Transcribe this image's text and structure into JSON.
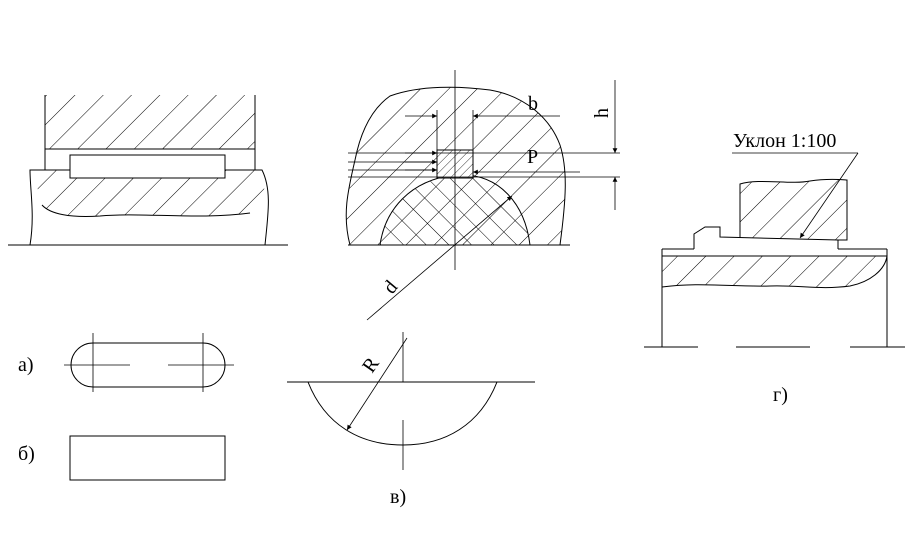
{
  "labels": {
    "a": "а)",
    "b": "б)",
    "v": "в)",
    "g": "г)",
    "dim_b": "b",
    "dim_h": "h",
    "dim_P": "P",
    "dim_d": "d",
    "dim_R": "R",
    "slope": "Уклон 1:100"
  },
  "colors": {
    "line": "#000000",
    "background": "#ffffff"
  }
}
